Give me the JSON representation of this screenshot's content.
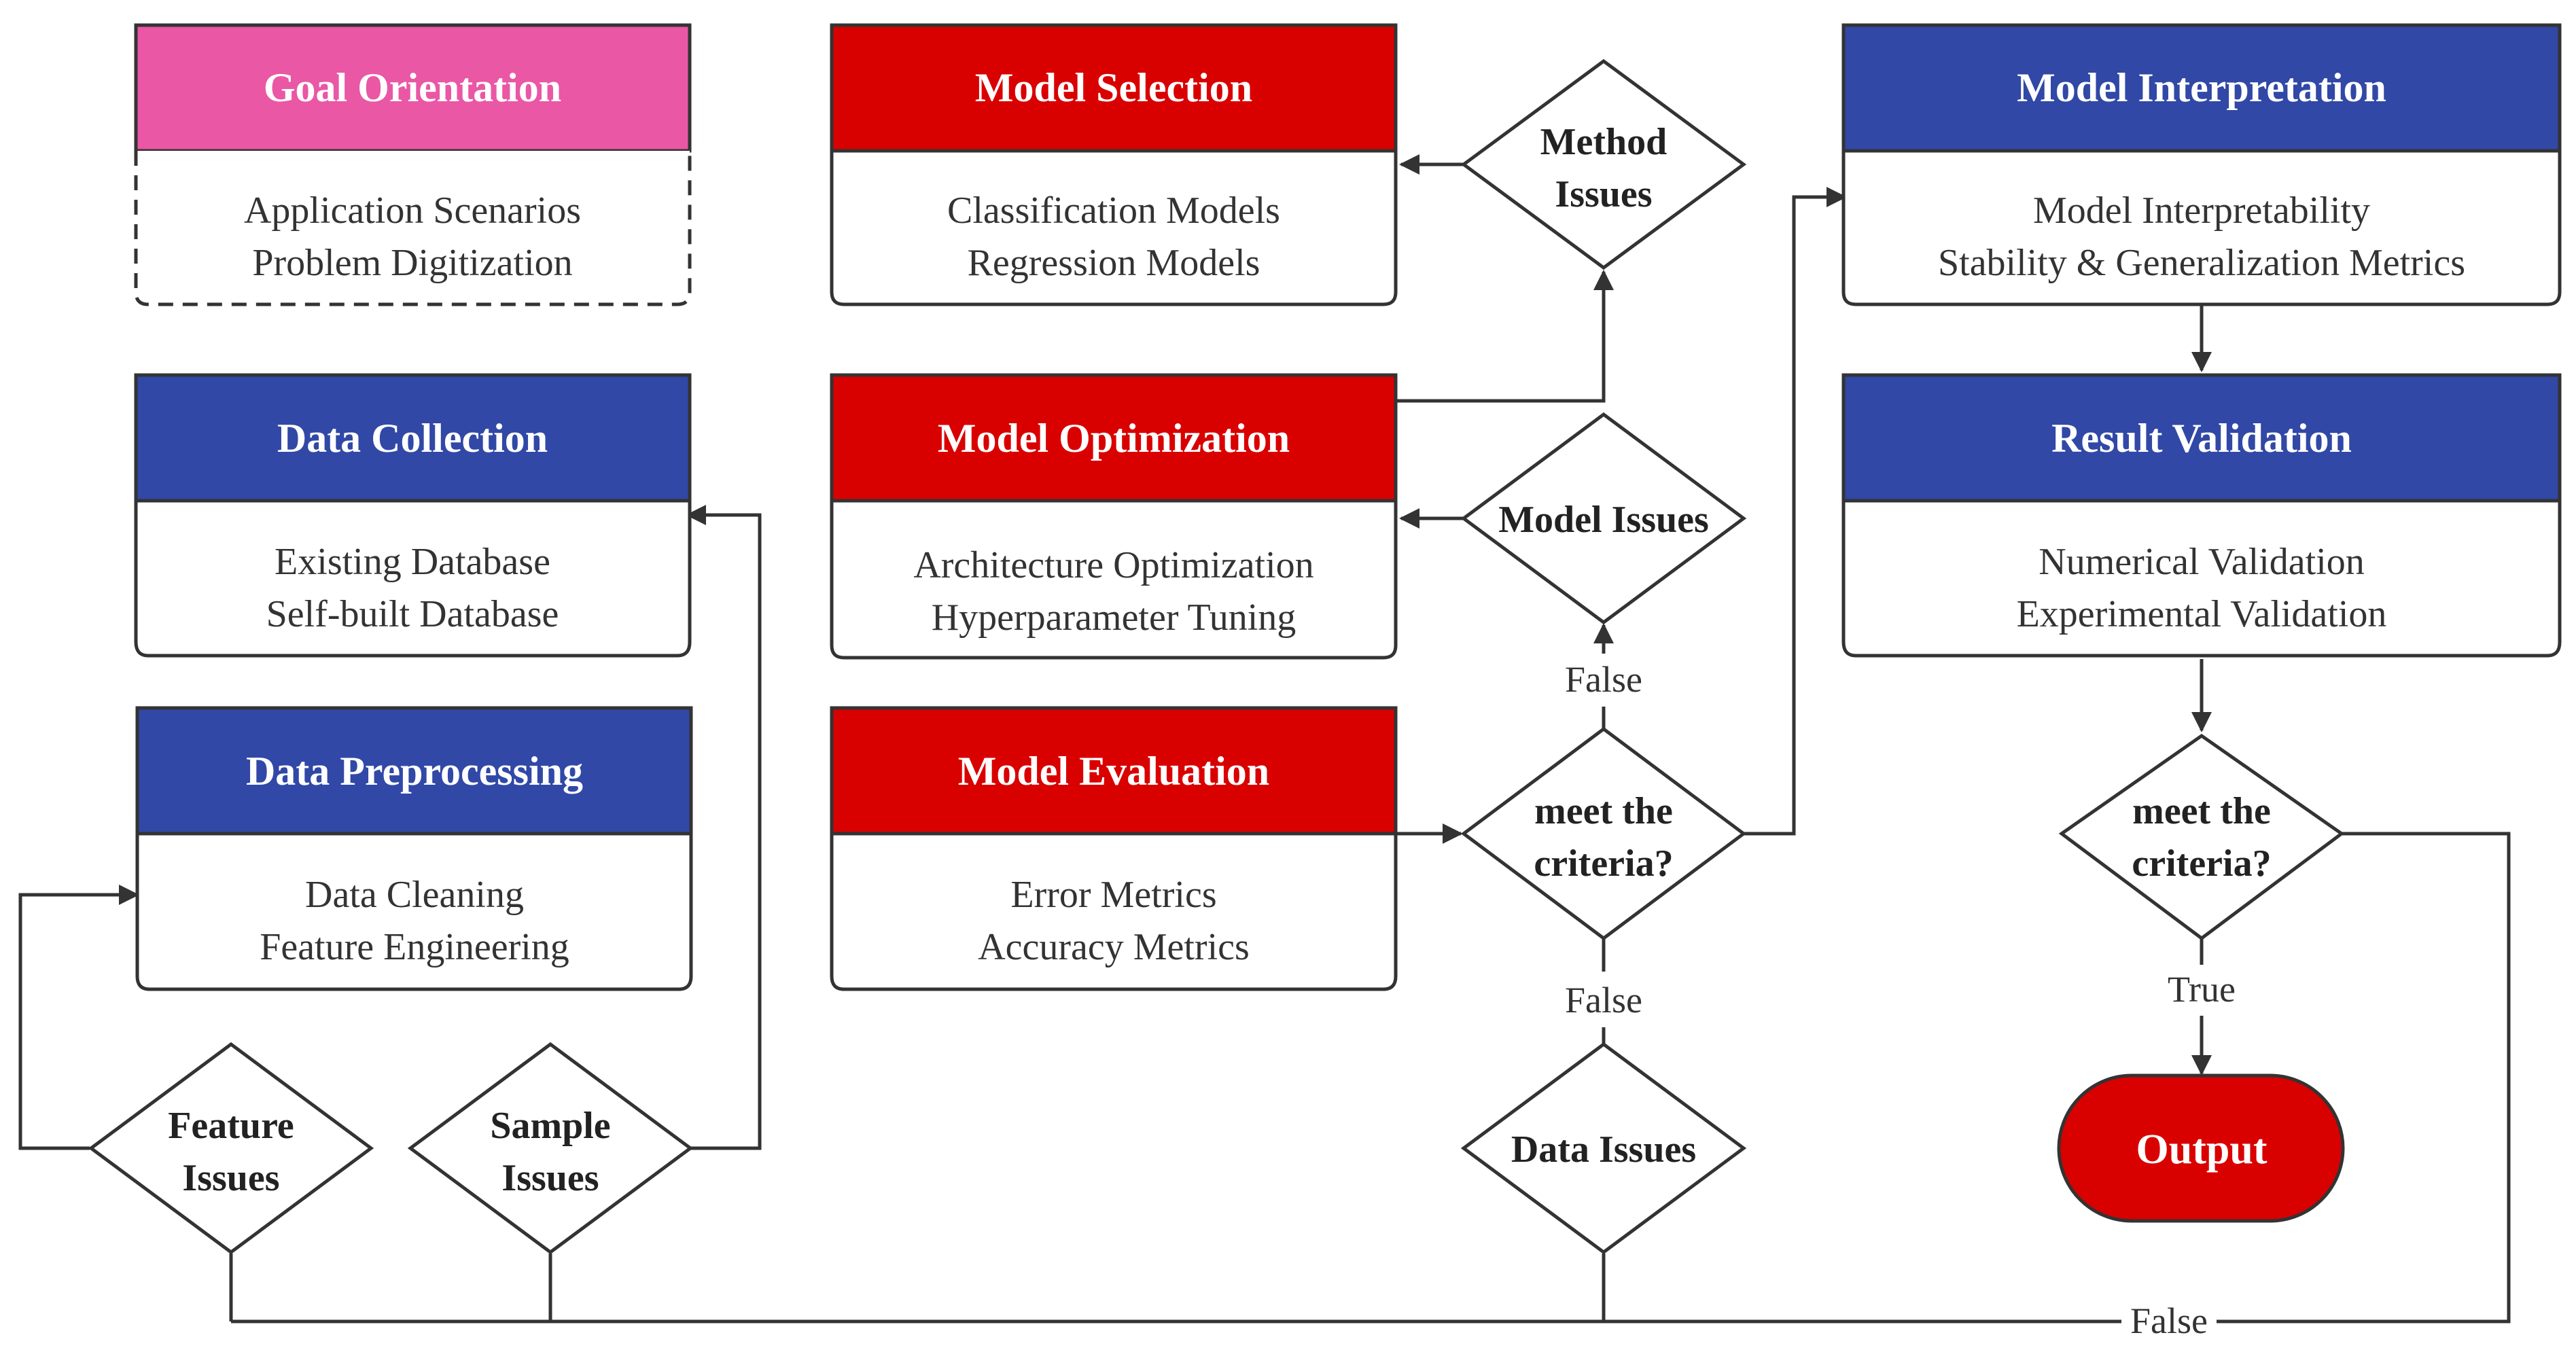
{
  "colors": {
    "pink": "#E957A5",
    "blue": "#3148A6",
    "red": "#D90000",
    "stroke": "#333333"
  },
  "boxes": {
    "goal": {
      "title": "Goal Orientation",
      "lines": [
        "Application Scenarios",
        "Problem Digitization"
      ]
    },
    "collection": {
      "title": "Data Collection",
      "lines": [
        "Existing Database",
        "Self-built Database"
      ]
    },
    "preprocessing": {
      "title": "Data Preprocessing",
      "lines": [
        "Data Cleaning",
        "Feature Engineering"
      ]
    },
    "selection": {
      "title": "Model Selection",
      "lines": [
        "Classification Models",
        "Regression Models"
      ]
    },
    "optimization": {
      "title": "Model Optimization",
      "lines": [
        "Architecture Optimization",
        "Hyperparameter Tuning"
      ]
    },
    "evaluation": {
      "title": "Model Evaluation",
      "lines": [
        "Error Metrics",
        "Accuracy Metrics"
      ]
    },
    "interpretation": {
      "title": "Model Interpretation",
      "lines": [
        "Model Interpretability",
        "Stability & Generalization Metrics"
      ]
    },
    "validation": {
      "title": "Result Validation",
      "lines": [
        "Numerical Validation",
        "Experimental Validation"
      ]
    }
  },
  "diamonds": {
    "method": [
      "Method",
      "Issues"
    ],
    "model": [
      "Model Issues"
    ],
    "criteria1": [
      "meet the",
      "criteria?"
    ],
    "data": [
      "Data Issues"
    ],
    "criteria2": [
      "meet the",
      "criteria?"
    ],
    "feature": [
      "Feature",
      "Issues"
    ],
    "sample": [
      "Sample",
      "Issues"
    ]
  },
  "labels": {
    "false_model": "False",
    "false_data": "False",
    "true_output": "True",
    "false_bottom": "False"
  },
  "output": "Output"
}
